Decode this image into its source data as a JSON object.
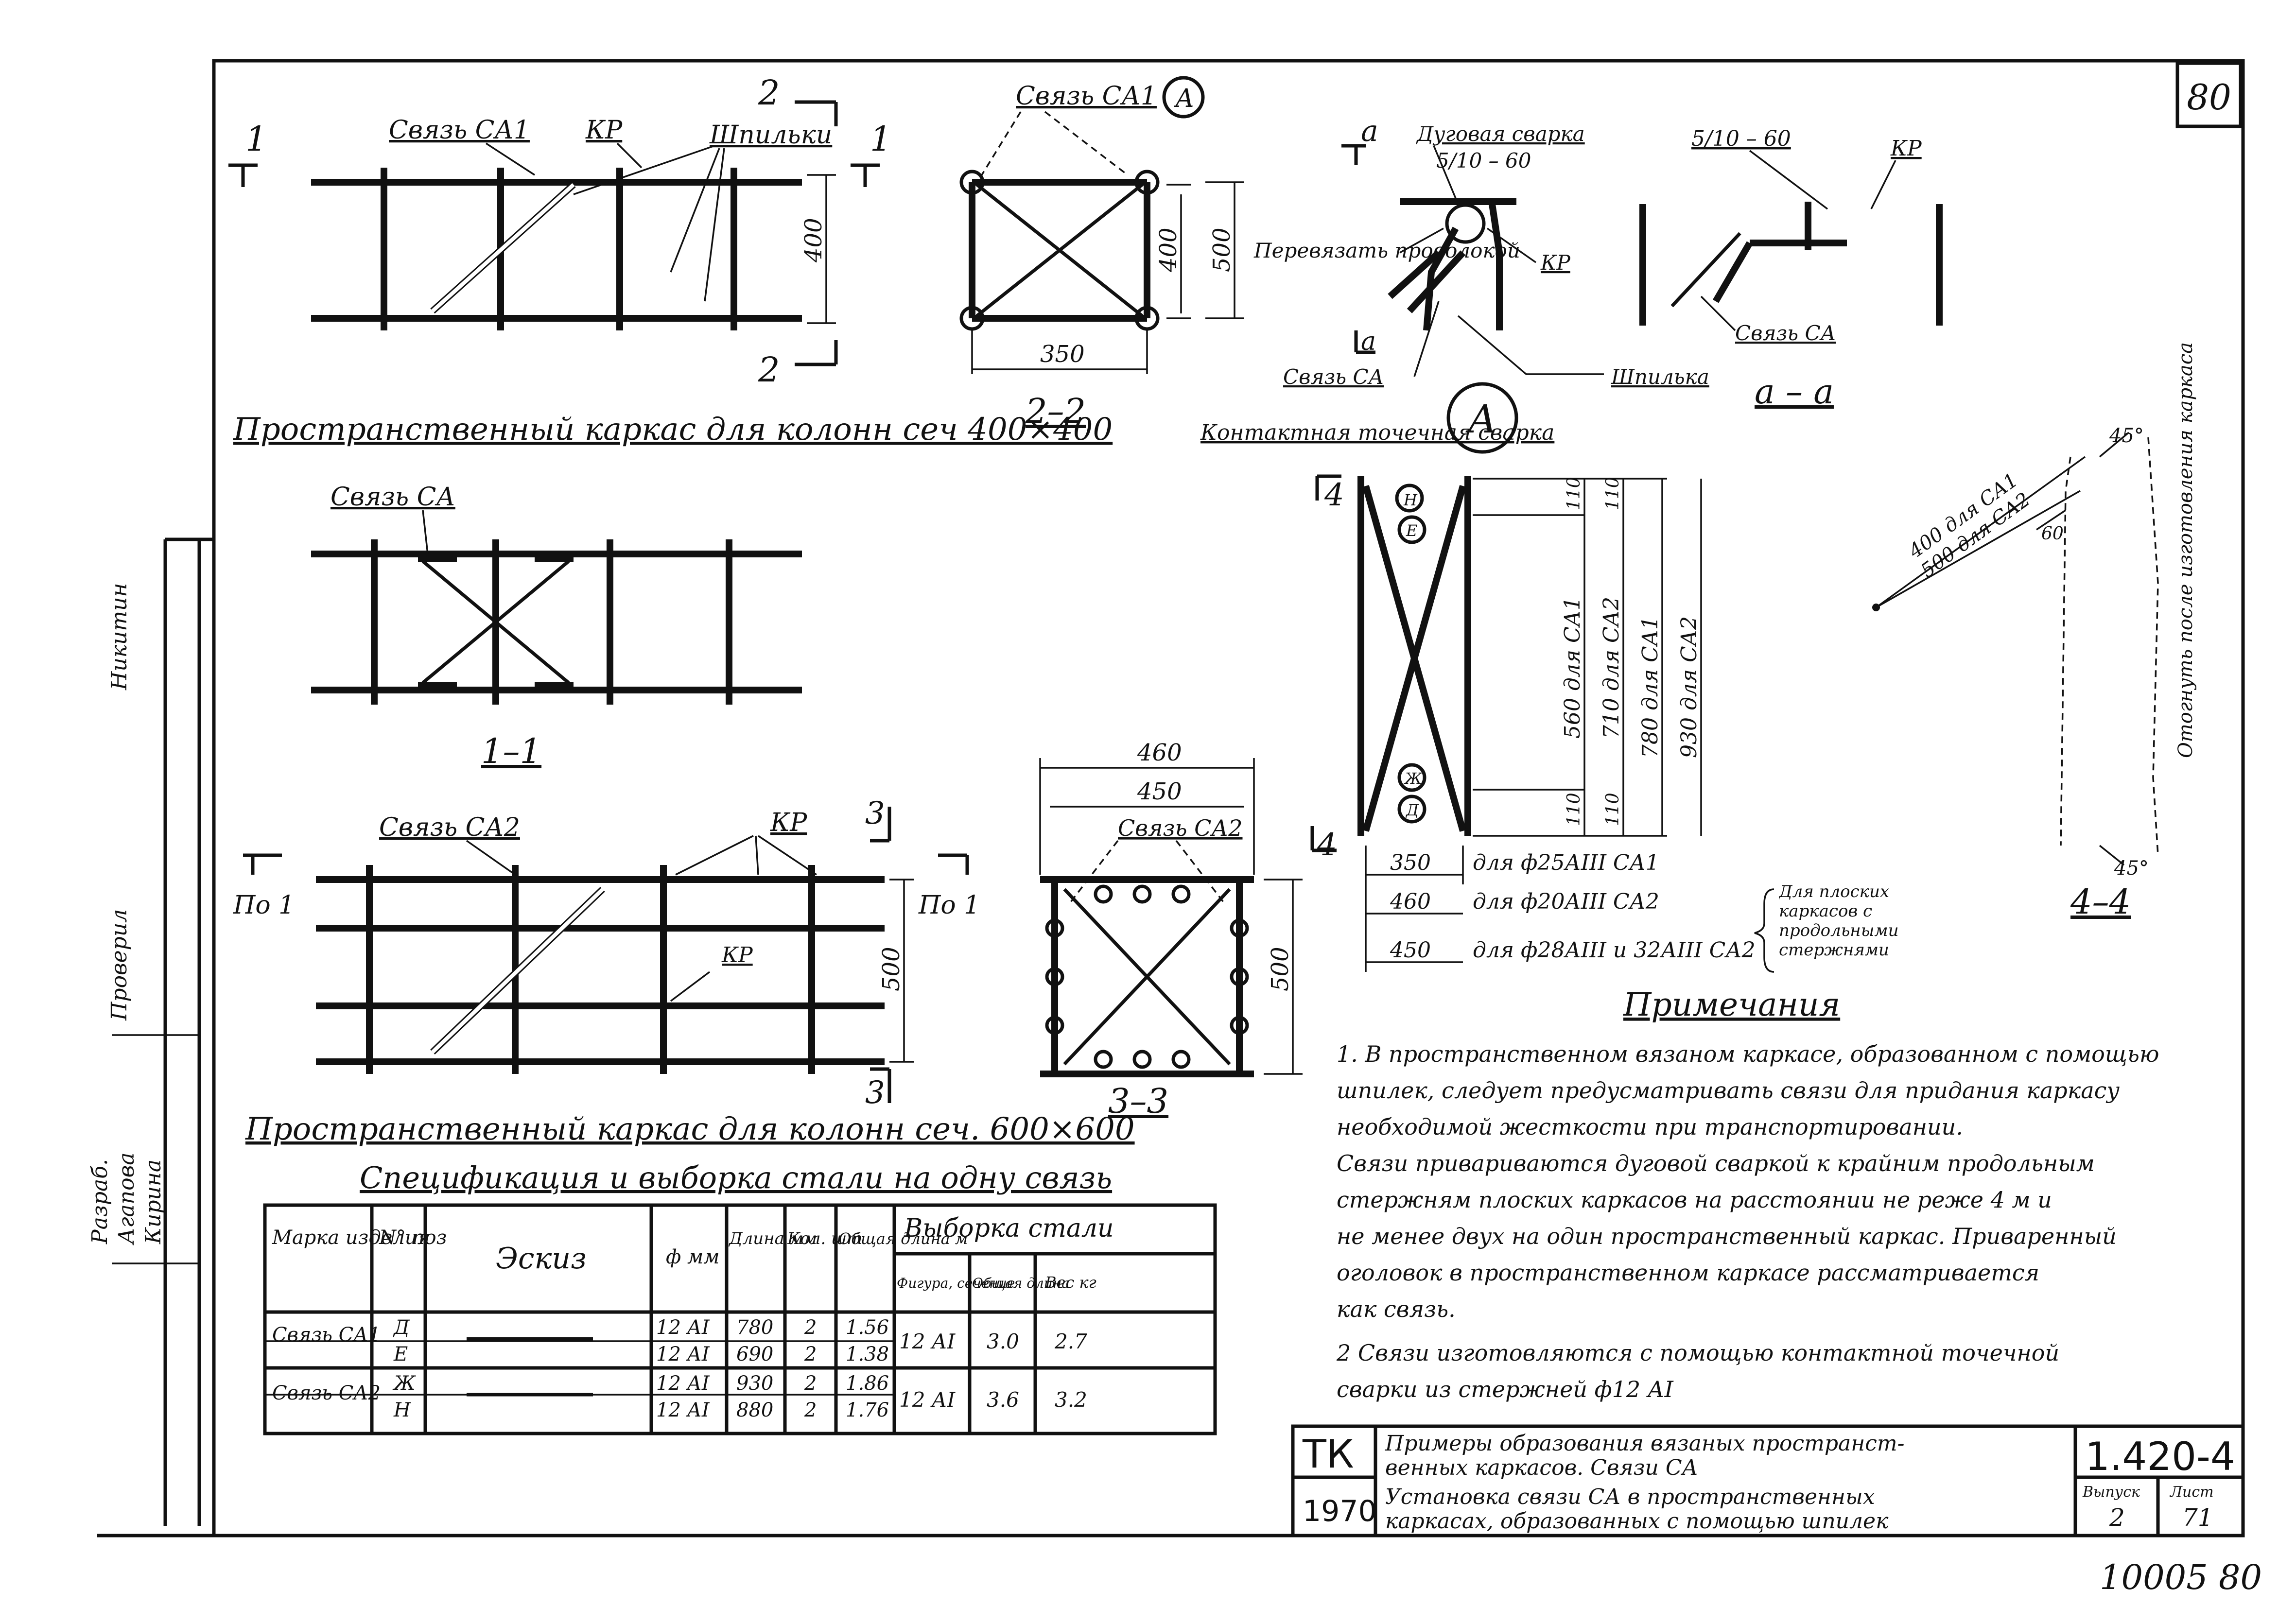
{
  "sheet_number": "80",
  "bottom_code": "10005 80",
  "view1": {
    "section_mark_left": "1",
    "section_mark_right": "1",
    "section_mark_top": "2",
    "section_mark_bottom": "2",
    "label_bond": "Связь СА1",
    "label_kr": "КР",
    "label_pins": "Шпильки",
    "dim_400": "400",
    "caption": "Пространственный каркас для колонн сеч 400×400"
  },
  "view22": {
    "label": "Связь СА1",
    "callout": "А",
    "dim_400": "400",
    "dim_500": "500",
    "dim_350": "350",
    "caption": "2–2"
  },
  "detail_a": {
    "mark": "а",
    "arc_weld": "Дуговая сварка",
    "weld_size": "5/10 – 60",
    "tie_wire": "Перевязать проволокой",
    "kr": "КР",
    "bond": "Связь СА"
  },
  "detail_aa": {
    "weld_size": "5/10 – 60",
    "kr": "КР",
    "bond": "Связь СА",
    "pin": "Шпилька",
    "caption": "а – а"
  },
  "view11": {
    "label": "Связь СА",
    "caption": "1–1"
  },
  "view_large": {
    "label_bond": "Связь СА2",
    "label_kr": "КР",
    "label_kr2": "КР",
    "mark_3": "3",
    "po1_left": "По 1",
    "po1_right": "По 1",
    "dim_500": "500",
    "caption": "Пространственный каркас для колонн сеч. 600×600"
  },
  "view33": {
    "dim_460": "460",
    "dim_450": "450",
    "label": "Связь СА2",
    "dim_500": "500",
    "caption": "3–3"
  },
  "detail_A": {
    "callout": "А",
    "contact_weld": "Контактная точечная сварка",
    "section_mark": "4",
    "pos_n": "Н",
    "pos_e": "Е",
    "pos_zh": "Ж",
    "pos_d": "Д",
    "dim_110": "110",
    "dim_560": "560 для СА1",
    "dim_710": "710 для СА2",
    "dim_780": "780 для СА1",
    "dim_930": "930 для СА2",
    "w350": "350",
    "w460": "460",
    "w450": "450",
    "for1": "для ф25АIII СА1",
    "for2": "для ф20АIII СА2",
    "for3": "для ф28АIII и 32АIII СА2",
    "brace_note": "Для плоских каркасов с продольными стержнями"
  },
  "view44": {
    "deg45_top": "45°",
    "deg45_bot": "45°",
    "dim_60": "60",
    "len1": "400 для СА1",
    "len2": "500 для СА2",
    "bend_note": "Отогнуть после изготовления каркаса",
    "caption": "4–4"
  },
  "notes": {
    "title": "Примечания",
    "lines": [
      "1. В пространственном вязаном каркасе, образованном с помощью",
      "шпилек, следует предусматривать связи для придания каркасу",
      "необходимой жесткости при транспортировании.",
      "Связи привариваются дуговой сваркой к крайним продольным",
      "стержням плоских каркасов на расстоянии не реже 4 м и",
      "не менее двух на один пространственный каркас. Приваренный",
      "оголовок в пространственном каркасе рассматривается",
      "как связь.",
      "2 Связи изготовляются с помощью контактной точечной",
      "сварки из стержней ф12 АI"
    ]
  },
  "spec": {
    "title": "Спецификация и выборка стали на одну связь",
    "headers": {
      "mark": "Марка изделия",
      "pos": "N° поз",
      "sketch": "Эскиз",
      "dia": "ф мм",
      "length": "Длина мм",
      "qty": "Кол. шт",
      "total_len": "Общая длина м",
      "selection": "Выборка стали",
      "profile": "Фигура, сечение",
      "sel_len": "Общая длина",
      "weight": "Вес кг"
    },
    "rows": [
      {
        "mark": "Связь СА1",
        "pos": [
          "Д",
          "Е"
        ],
        "dia": [
          "12 АI",
          "12 АI"
        ],
        "len": [
          "780",
          "690"
        ],
        "qty": [
          "2",
          "2"
        ],
        "total": [
          "1.56",
          "1.38"
        ],
        "profile": "12 АI",
        "sel_len": "3.0",
        "weight": "2.7"
      },
      {
        "mark": "Связь СА2",
        "pos": [
          "Ж",
          "Н"
        ],
        "dia": [
          "12 АI",
          "12 АI"
        ],
        "len": [
          "930",
          "880"
        ],
        "qty": [
          "2",
          "2"
        ],
        "total": [
          "1.86",
          "1.76"
        ],
        "profile": "12 АI",
        "sel_len": "3.6",
        "weight": "3.2"
      }
    ]
  },
  "title_block": {
    "org": "ТК",
    "year": "1970",
    "title_line1": "Примеры образования вязаных пространст-",
    "title_line2": "венных каркасов. Связи СА",
    "title_line3": "Установка связи СА в пространственных",
    "title_line4": "каркасах, образованных с помощью шпилек",
    "series": "1.420-4",
    "issue_label": "Выпуск",
    "issue": "2",
    "sheet_label": "Лист",
    "sheet": "71"
  },
  "margin_stamp": {
    "col1": "Проверил",
    "col2": "Никитин",
    "col3": "Разраб.",
    "col4": "Агапова",
    "col5": "Кирина"
  }
}
